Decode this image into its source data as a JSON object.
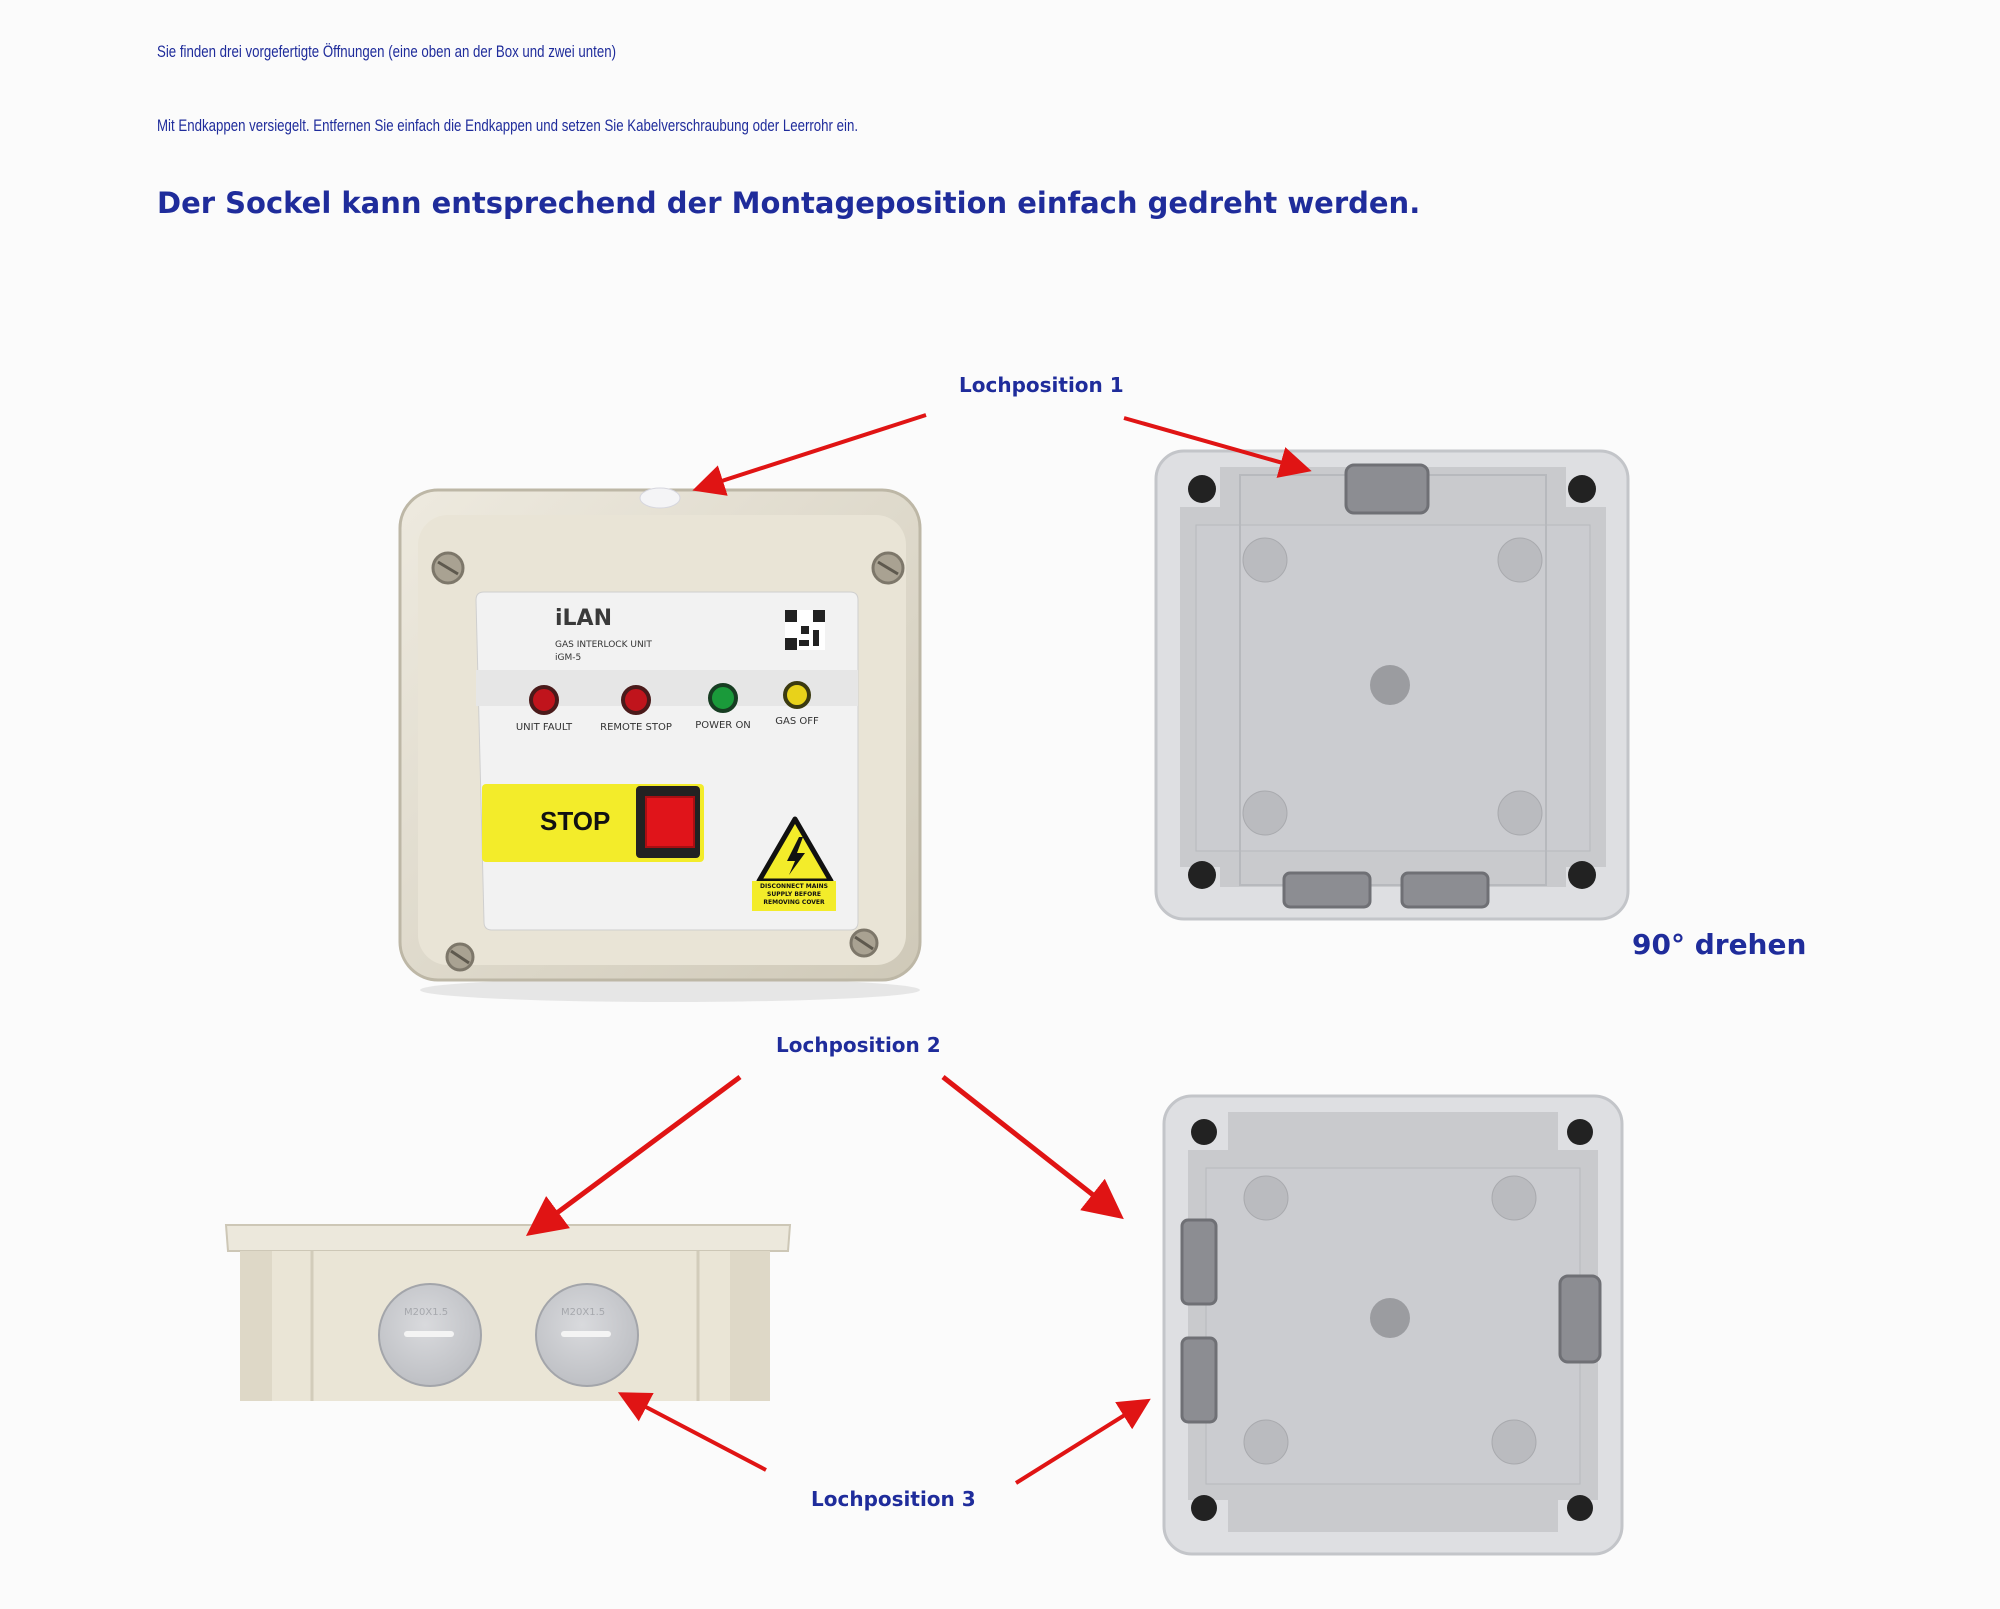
{
  "texts": {
    "line1": "Sie finden drei vorgefertigte Öffnungen (eine oben an der Box und zwei unten)",
    "line2": "Mit Endkappen versiegelt. Entfernen Sie einfach die Endkappen und setzen Sie Kabelverschraubung oder Leerrohr ein.",
    "heading": "Der Sockel kann entsprechend der Montageposition einfach gedreht werden.",
    "lochpos1": "Lochposition 1",
    "lochpos2": "Lochposition 2",
    "lochpos3": "Lochposition 3",
    "rotate": "90° drehen"
  },
  "device": {
    "brand": "iLAN",
    "model_line": "GAS INTERLOCK UNIT",
    "model": "iGM-5",
    "indicators": [
      "UNIT FAULT",
      "REMOTE STOP",
      "POWER ON",
      "GAS OFF"
    ],
    "indicator_colors": [
      "#c0141c",
      "#c0141c",
      "#1a9a3a",
      "#e8d21a"
    ],
    "stop_label": "STOP",
    "warning": [
      "DISCONNECT MAINS",
      "SUPPLY BEFORE",
      "REMOVING COVER"
    ]
  },
  "end_cap_text": "M20X1.5",
  "colors": {
    "text_blue": "#1f2c9b",
    "arrow_red": "#e01414",
    "housing": "#e4dfd0",
    "accent_yellow": "#f3ec2a"
  }
}
